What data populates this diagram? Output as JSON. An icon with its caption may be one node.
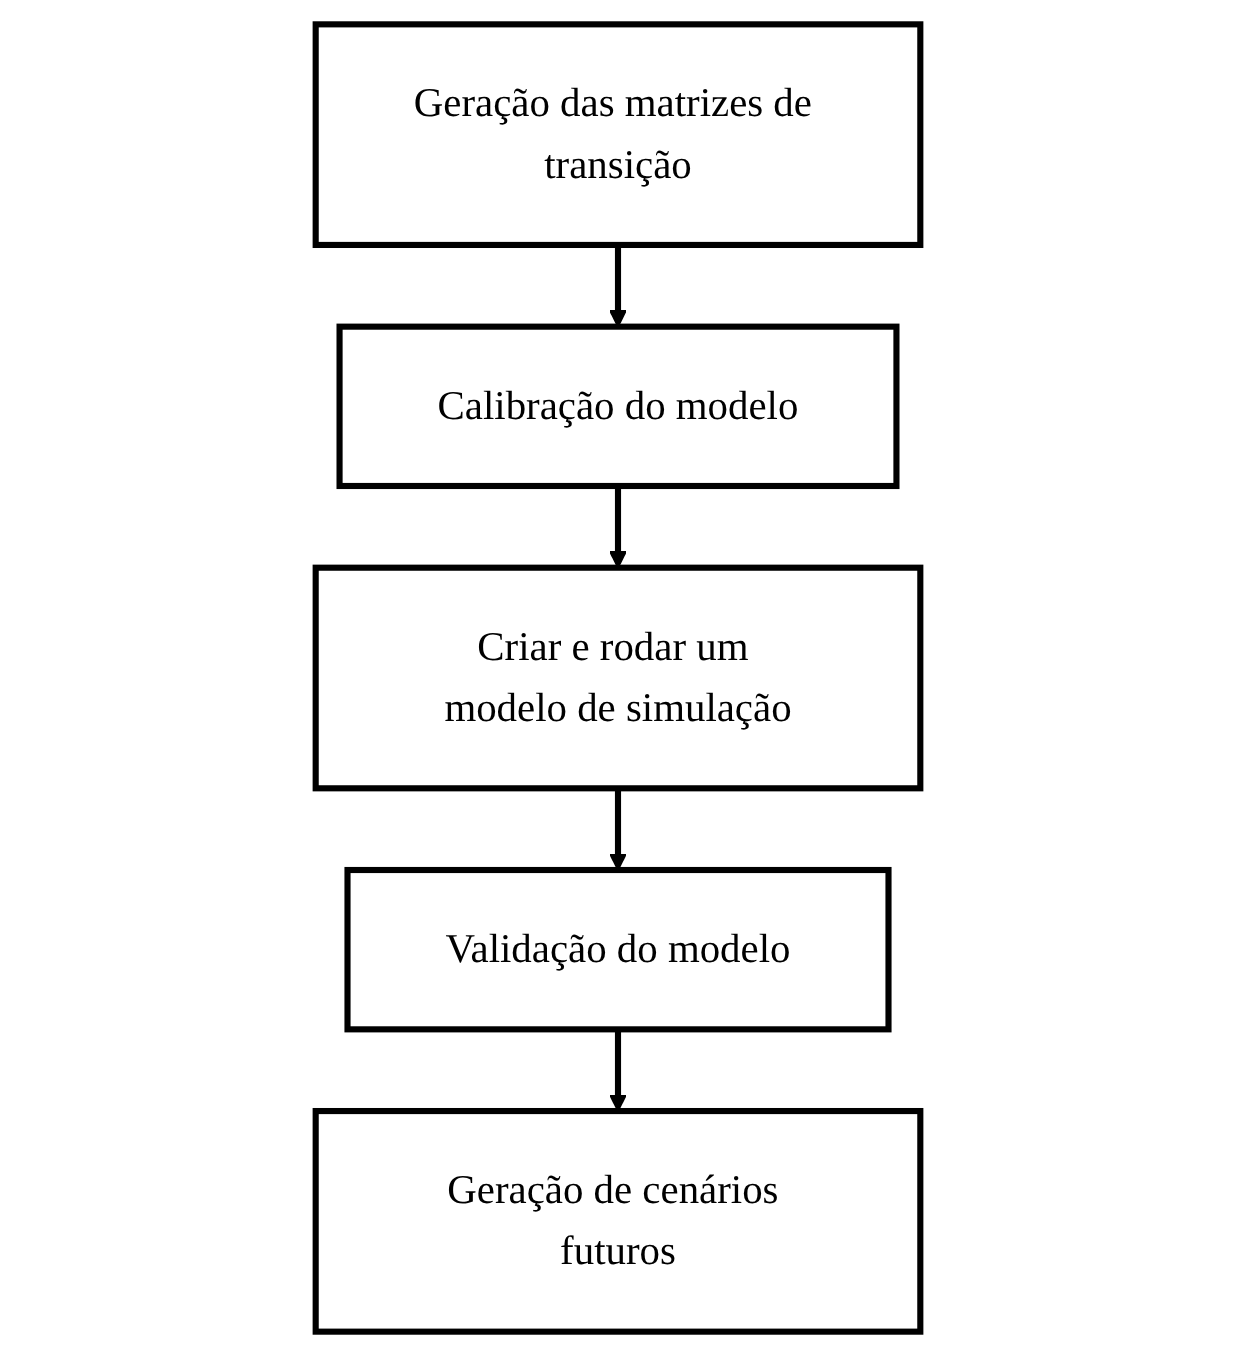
{
  "diagram": {
    "nodes": [
      {
        "text": [
          "Geração das matrizes de transição"
        ]
      },
      {
        "text": [
          "Calibração do modelo"
        ]
      },
      {
        "text": [
          "Criar e rodar um modelo de simulação"
        ]
      },
      {
        "text": [
          "Validação do modelo"
        ]
      },
      {
        "text": [
          "Geração de cenários futuros"
        ]
      }
    ],
    "edges": [
      {
        "from": 0,
        "to": 1,
        "arrow": "to"
      },
      {
        "from": 1,
        "to": 2,
        "arrow": "to"
      },
      {
        "from": 2,
        "to": 3,
        "arrow": "to"
      },
      {
        "from": 3,
        "to": 4,
        "arrow": "to"
      }
    ]
  }
}
